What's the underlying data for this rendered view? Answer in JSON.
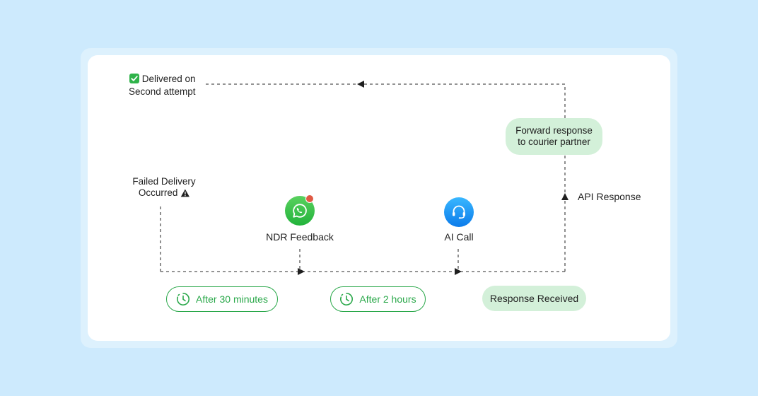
{
  "diagram": {
    "delivered": {
      "icon": "check-box-icon",
      "line1": "Delivered on",
      "line2": "Second attempt"
    },
    "failed": {
      "line1": "Failed Delivery",
      "line2": "Occurred",
      "icon": "warning-triangle-icon"
    },
    "ndr_feedback": {
      "icon": "whatsapp-icon",
      "label": "NDR Feedback"
    },
    "ai_call": {
      "icon": "headset-icon",
      "label": "AI Call"
    },
    "forward_response": {
      "line1": "Forward response",
      "line2": "to courier partner"
    },
    "api_response": {
      "label": "API Response"
    },
    "timers": [
      {
        "icon": "clock-icon",
        "label": "After 30 minutes"
      },
      {
        "icon": "clock-icon",
        "label": "After 2 hours"
      }
    ],
    "response_received": {
      "label": "Response Received"
    }
  },
  "colors": {
    "background": "#cdeafd",
    "card": "#ffffff",
    "accent_green": "#2aa84a",
    "pill_fill": "#d3f0d9",
    "whatsapp_green": "#25b53e",
    "ai_blue": "#1a8cf0",
    "line": "#555555"
  }
}
